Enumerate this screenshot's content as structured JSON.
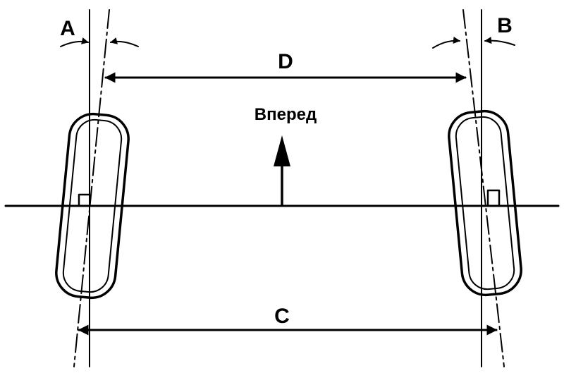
{
  "labels": {
    "angle_left": "A",
    "angle_right": "B",
    "front_distance": "D",
    "rear_distance": "C",
    "direction": "Вперед"
  },
  "colors": {
    "ink": "#000000",
    "background": "#ffffff"
  }
}
